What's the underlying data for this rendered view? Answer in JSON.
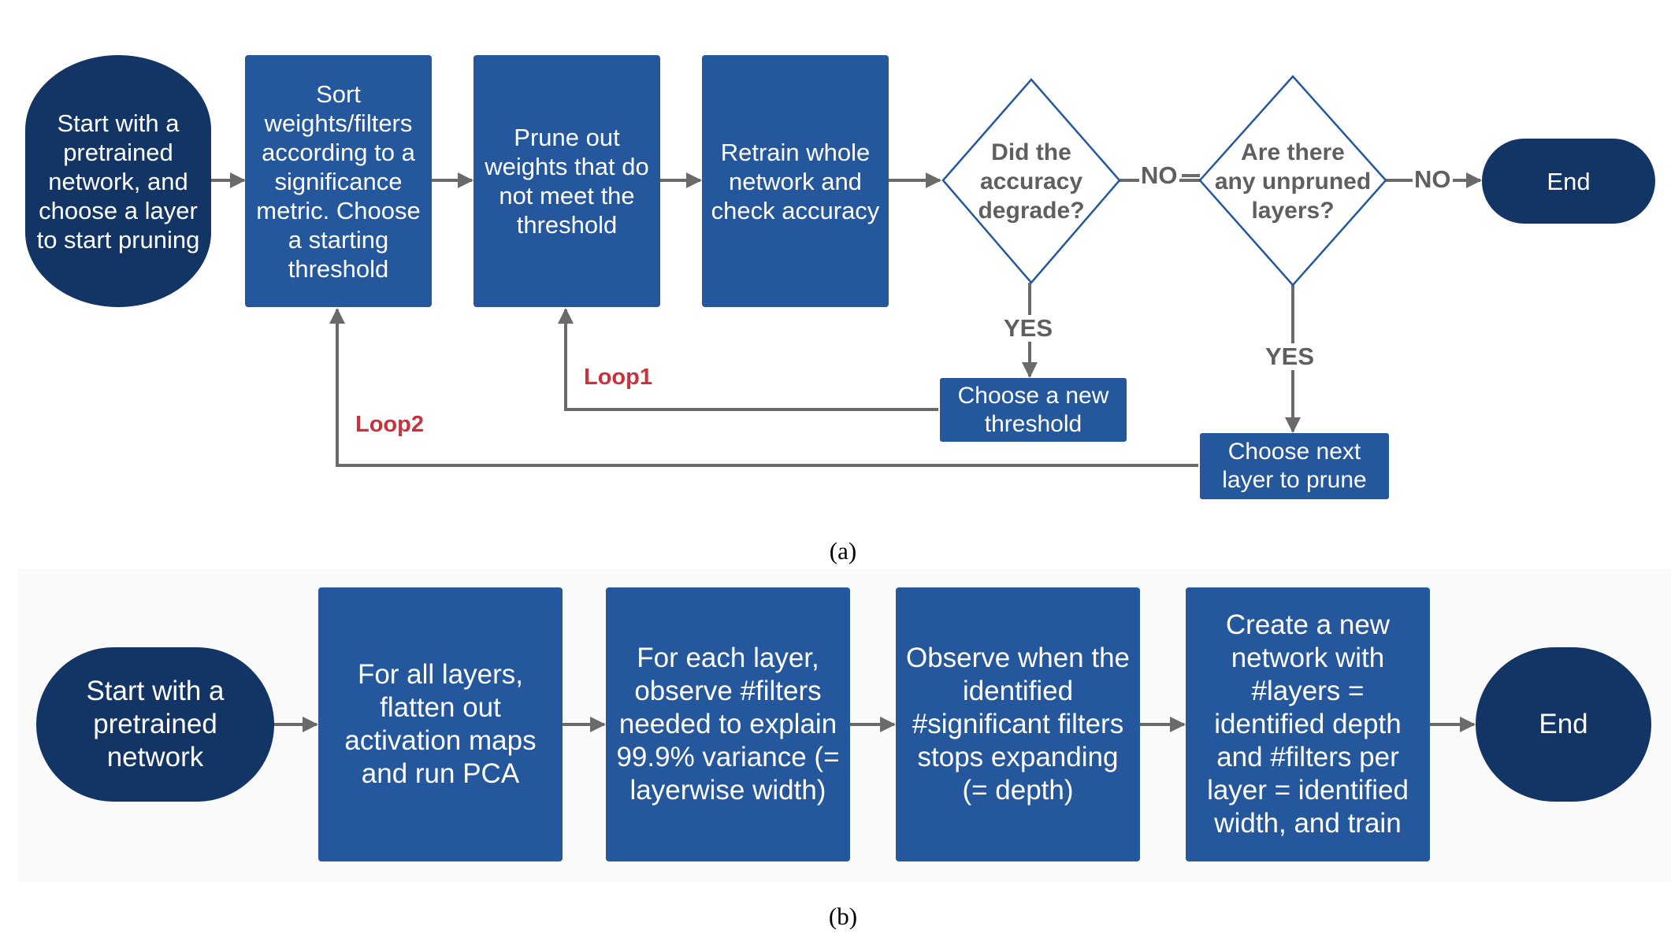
{
  "panel_a": {
    "nodes": {
      "start": "Start with a\npretrained\nnetwork, and\nchoose a layer\nto start pruning",
      "sort": "Sort\nweights/filters\naccording to a\nsignificance\nmetric. Choose\na starting\nthreshold",
      "prune": "Prune out\nweights that do\nnot meet the\nthreshold",
      "retrain": "Retrain whole\nnetwork and\ncheck accuracy",
      "decision_accuracy": "Did the\naccuracy\ndegrade?",
      "decision_layers": "Are there\nany unpruned\nlayers?",
      "end": "End",
      "new_threshold": "Choose a new\nthreshold",
      "next_layer": "Choose next\nlayer to prune"
    },
    "edge_labels": {
      "no_1": "NO",
      "no_2": "NO",
      "yes_1": "YES",
      "yes_2": "YES"
    },
    "loop_labels": {
      "loop1": "Loop1",
      "loop2": "Loop2"
    },
    "caption": "(a)"
  },
  "panel_b": {
    "nodes": {
      "start": "Start with a\npretrained\nnetwork",
      "step1": "For all layers,\nflatten out\nactivation maps\nand run PCA",
      "step2": "For each layer,\nobserve #filters\nneeded to explain\n99.9% variance (=\nlayerwise width)",
      "step3": "Observe when the\nidentified\n#significant filters\nstops expanding\n(= depth)",
      "step4": "Create a new\nnetwork with\n#layers =\nidentified depth\nand #filters per\nlayer = identified\nwidth, and train",
      "end": "End"
    },
    "caption": "(b)"
  },
  "colors": {
    "terminal": "#123566",
    "process": "#24579b",
    "connector": "#6a6a6a",
    "loop_label": "#c8323c",
    "decision_border": "#24579b"
  }
}
